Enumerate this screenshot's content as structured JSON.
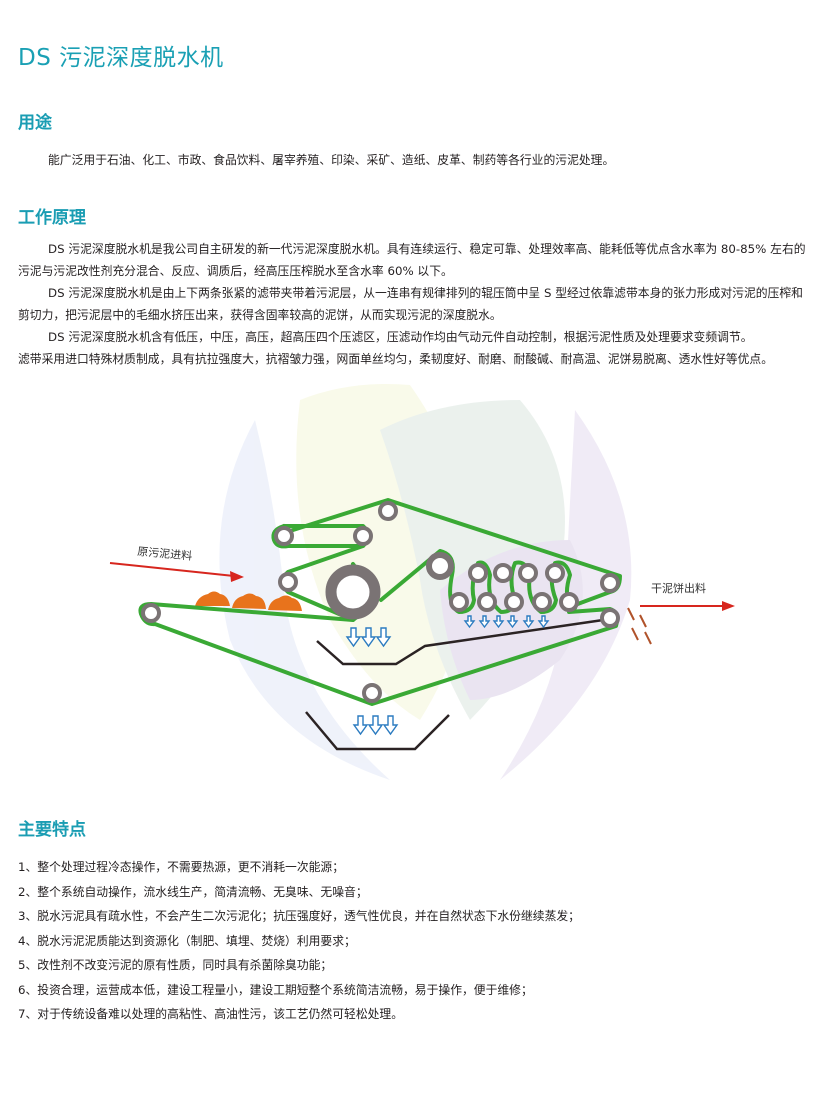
{
  "page": {
    "title": "DS 污泥深度脱水机"
  },
  "colors": {
    "accent": "#1aa0b4",
    "belt": "#3aa935",
    "roller": "#7a7374",
    "arrow_red": "#d7261e",
    "water_arrow": "#2b7bc0",
    "sludge": "#e8731c",
    "tray": "#2b2324",
    "cake": "#b0522a"
  },
  "usage": {
    "heading": "用途",
    "text": "能广泛用于石油、化工、市政、食品饮料、屠宰养殖、印染、采矿、造纸、皮革、制药等各行业的污泥处理。"
  },
  "principle": {
    "heading": "工作原理",
    "paragraphs": [
      "DS 污泥深度脱水机是我公司自主研发的新一代污泥深度脱水机。具有连续运行、稳定可靠、处理效率高、能耗低等优点含水率为 80-85% 左右的污泥与污泥改性剂充分混合、反应、调质后，经高压压榨脱水至含水率 60% 以下。",
      "DS 污泥深度脱水机是由上下两条张紧的滤带夹带着污泥层，从一连串有规律排列的辊压筒中呈 S 型经过依靠滤带本身的张力形成对污泥的压榨和剪切力，把污泥层中的毛细水挤压出来，获得含固率较高的泥饼，从而实现污泥的深度脱水。",
      "DS 污泥深度脱水机含有低压，中压，高压，超高压四个压滤区，压滤动作均由气动元件自动控制，根据污泥性质及处理要求变频调节。",
      "滤带采用进口特殊材质制成，具有抗拉强度大，抗褶皱力强，网面单丝均匀，柔韧度好、耐磨、耐酸碱、耐高温、泥饼易脱离、透水性好等优点。"
    ]
  },
  "diagram": {
    "input_label": "原污泥进料",
    "output_label": "干泥饼出料"
  },
  "features": {
    "heading": "主要特点",
    "items": [
      "1、整个处理过程冷态操作，不需要热源，更不消耗一次能源；",
      "2、整个系统自动操作，流水线生产，简清流畅、无臭味、无噪音；",
      "3、脱水污泥具有疏水性，不会产生二次污泥化；抗压强度好，透气性优良，并在自然状态下水份继续蒸发；",
      "4、脱水污泥泥质能达到资源化（制肥、填埋、焚烧）利用要求；",
      "5、改性剂不改变污泥的原有性质，同时具有杀菌除臭功能；",
      "6、投资合理，运营成本低，建设工程量小，建设工期短整个系统简洁流畅，易于操作，便于维修；",
      "7、对于传统设备难以处理的高粘性、高油性污，该工艺仍然可轻松处理。"
    ]
  }
}
